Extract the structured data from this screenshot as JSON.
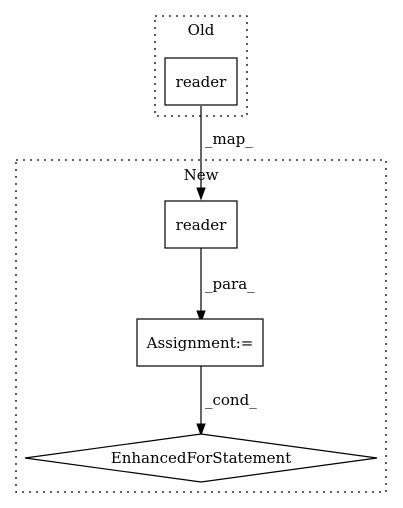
{
  "clusters": {
    "old": {
      "label": "Old"
    },
    "new": {
      "label": "New"
    }
  },
  "nodes": {
    "old_reader": {
      "label": "reader",
      "shape": "box"
    },
    "new_reader": {
      "label": "reader",
      "shape": "box"
    },
    "assignment": {
      "label": "Assignment:=",
      "shape": "box"
    },
    "enhanced_for": {
      "label": "EnhancedForStatement",
      "shape": "diamond"
    }
  },
  "edges": {
    "map": {
      "label": "_map_",
      "from": "old_reader",
      "to": "new_reader"
    },
    "para": {
      "label": "_para_",
      "from": "new_reader",
      "to": "assignment"
    },
    "cond": {
      "label": "_cond_",
      "from": "assignment",
      "to": "enhanced_for"
    }
  }
}
